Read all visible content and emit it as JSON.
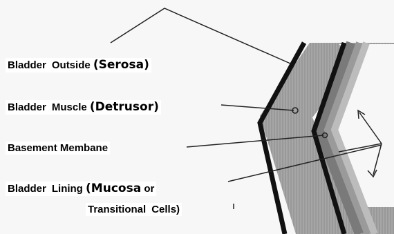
{
  "diagram": {
    "labels": {
      "outside_prefix": "Bladder",
      "outside_main": "Outside",
      "outside_paren": "(Serosa)",
      "muscle_prefix": "Bladder",
      "muscle_main": "Muscle",
      "muscle_paren": "(Detrusor)",
      "basement": "Basement Membane",
      "lining_prefix": "Bladder",
      "lining_main": "Lining",
      "lining_paren": "(Mucosa",
      "lining_or": "or",
      "lining2_a": "Transitional",
      "lining2_b": "Cells)"
    },
    "colors": {
      "wall": "#a6a6a6",
      "wall_hatch": "#8c8c8c",
      "outer_border": "#111111",
      "mucosa_bands": [
        "#7a7a7a",
        "#9a9a9a",
        "#bcbcbc"
      ],
      "pointer_lines": "#222222",
      "background": "#f7f7f7"
    }
  }
}
